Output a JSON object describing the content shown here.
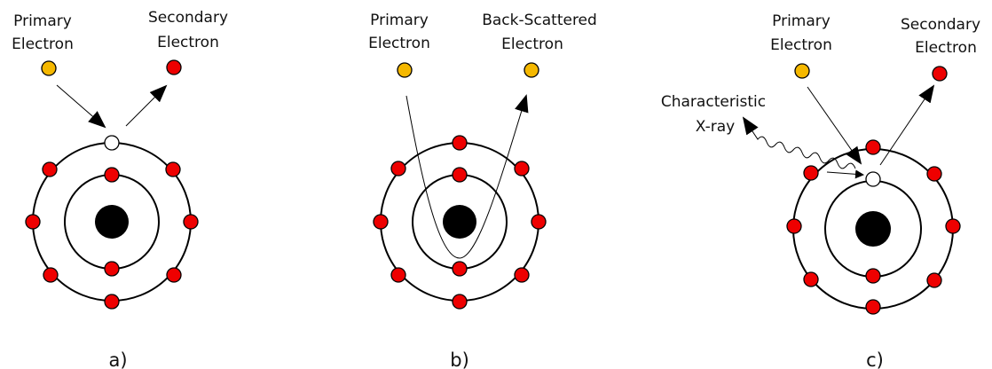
{
  "panel_a": {
    "label_primary_1": "Primary",
    "label_primary_2": "Electron",
    "label_secondary_1": "Secondary",
    "label_secondary_2": "Electron",
    "caption": "a)"
  },
  "panel_b": {
    "label_primary_1": "Primary",
    "label_primary_2": "Electron",
    "label_backscattered_1": "Back-Scattered",
    "label_backscattered_2": "Electron",
    "caption": "b)"
  },
  "panel_c": {
    "label_primary_1": "Primary",
    "label_primary_2": "Electron",
    "label_secondary_1": "Secondary",
    "label_secondary_2": "Electron",
    "label_xray_1": "Characteristic",
    "label_xray_2": "X-ray",
    "caption": "c)"
  },
  "colors": {
    "orbital_electron": "#ee0000",
    "incident_electron": "#f5b800",
    "vacancy": "#ffffff",
    "nucleus": "#000000"
  }
}
